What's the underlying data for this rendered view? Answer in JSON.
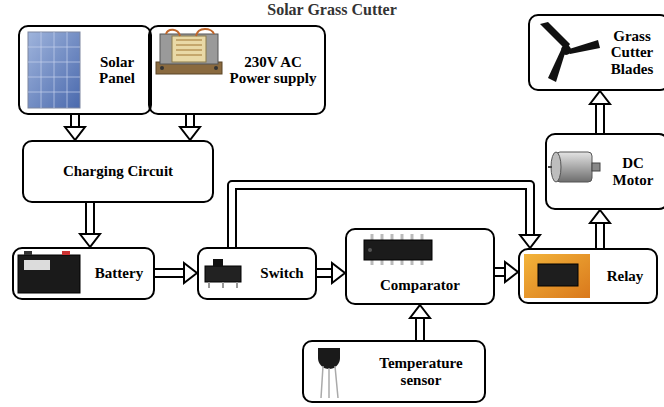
{
  "diagram": {
    "title": "Solar Grass Cutter",
    "nodes": [
      {
        "text": [
          "Solar Panel"
        ]
      },
      {
        "text": [
          "230V AC Power supply"
        ]
      },
      {
        "text": [
          "Grass Cutter Blades"
        ]
      },
      {
        "text": [
          "Charging Circuit"
        ]
      },
      {
        "text": [
          "DC Motor"
        ]
      },
      {
        "text": [
          "Battery"
        ]
      },
      {
        "text": [
          "Switch"
        ]
      },
      {
        "text": [
          "Comparator"
        ]
      },
      {
        "text": [
          "Relay"
        ]
      },
      {
        "text": [
          "Temperature sensor"
        ]
      }
    ],
    "edges": [
      {
        "from": 0,
        "to": 3,
        "arrow": "to"
      },
      {
        "from": 1,
        "to": 3,
        "arrow": "to"
      },
      {
        "from": 3,
        "to": 5,
        "arrow": "to"
      },
      {
        "from": 5,
        "to": 6,
        "arrow": "to"
      },
      {
        "from": 6,
        "to": 7,
        "arrow": "to"
      },
      {
        "from": 6,
        "to": 8,
        "arrow": "to"
      },
      {
        "from": 7,
        "to": 8,
        "arrow": "to"
      },
      {
        "from": 9,
        "to": 7,
        "arrow": "to"
      },
      {
        "from": 8,
        "to": 4,
        "arrow": "to"
      },
      {
        "from": 4,
        "to": 2,
        "arrow": "to"
      }
    ]
  }
}
